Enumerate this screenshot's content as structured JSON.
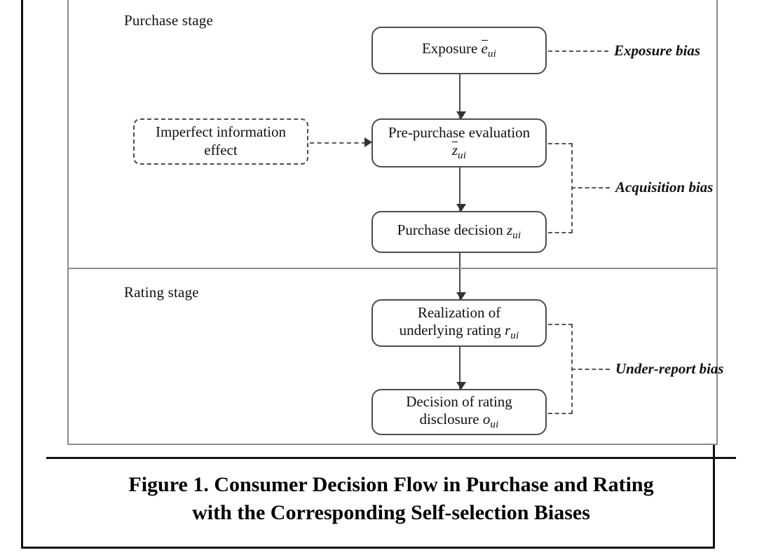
{
  "figure": {
    "caption_line1": "Figure 1. Consumer Decision Flow in Purchase and Rating",
    "caption_line2": "with the Corresponding Self-selection Biases"
  },
  "stages": {
    "purchase": "Purchase stage",
    "rating": "Rating stage"
  },
  "nodes": {
    "exposure": {
      "text": "Exposure",
      "symbol": "e",
      "symbol_overbar": true,
      "subscript": "ui",
      "style": "solid"
    },
    "imperfect_information": {
      "line1": "Imperfect information",
      "line2": "effect",
      "style": "dashed"
    },
    "pre_purchase_evaluation": {
      "line1": "Pre-purchase evaluation",
      "symbol": "z",
      "symbol_overbar": true,
      "subscript": "ui",
      "style": "solid"
    },
    "purchase_decision": {
      "text": "Purchase decision",
      "symbol": "z",
      "symbol_overbar": false,
      "subscript": "ui",
      "style": "solid"
    },
    "realization_rating": {
      "line1": "Realization of",
      "line2": "underlying rating",
      "symbol": "r",
      "symbol_overbar": false,
      "subscript": "ui",
      "style": "solid"
    },
    "rating_disclosure": {
      "line1": "Decision of rating",
      "line2": "disclosure",
      "symbol": "o",
      "symbol_overbar": false,
      "subscript": "ui",
      "style": "solid"
    }
  },
  "bias_labels": {
    "exposure": "Exposure bias",
    "acquisition": "Acquisition bias",
    "under_report": "Under-report bias"
  },
  "colors": {
    "frame": "#111111",
    "inner_box": "#8c8c8c",
    "node_border": "#4d4d4d",
    "connector": "#555555",
    "text": "#111111",
    "background": "#ffffff"
  }
}
